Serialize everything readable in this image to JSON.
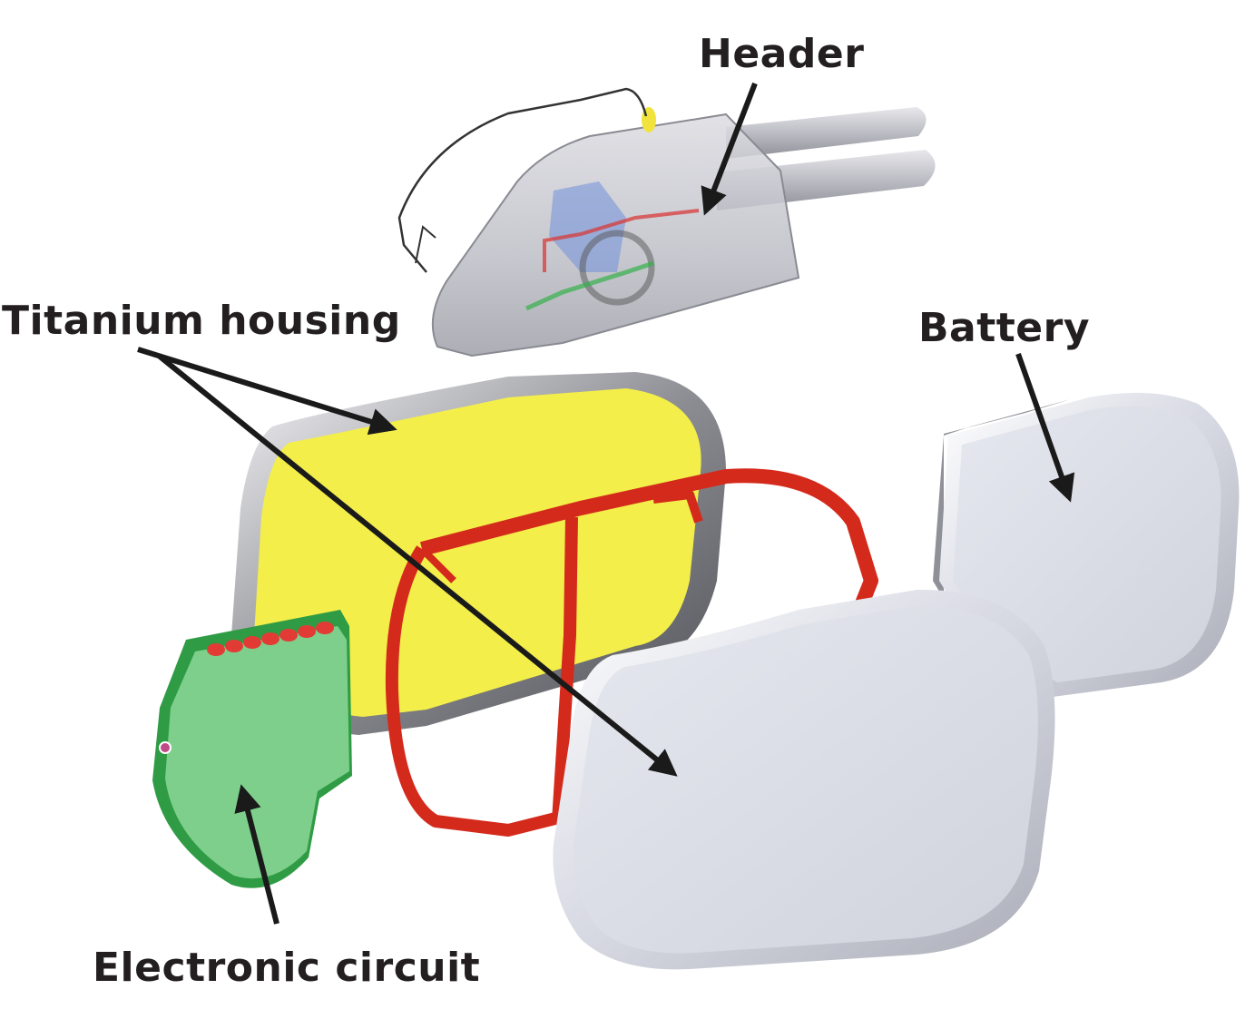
{
  "labels": {
    "header": "Header",
    "titanium_housing": "Titanium housing",
    "battery": "Battery",
    "electronic_circuit": "Electronic circuit"
  },
  "colors": {
    "titanium_inner": "#f3ee4a",
    "frame_red": "#d42a1c",
    "circuit_green": "#7ecf8c",
    "shell_grey": "#d4d6e0",
    "header_grey": "#c9c9cf",
    "arrow": "#1a1a1a"
  }
}
